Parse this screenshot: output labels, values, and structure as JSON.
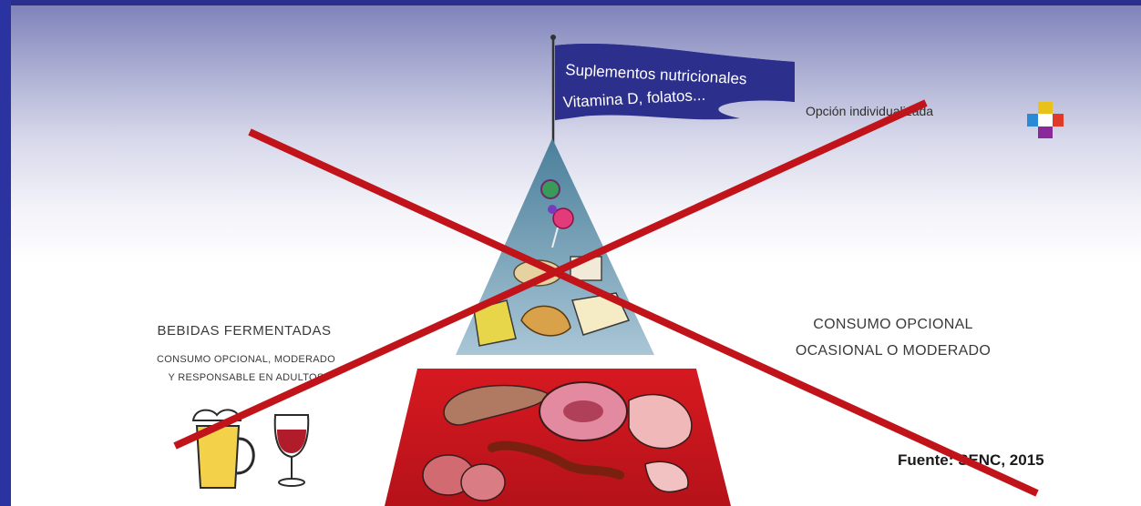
{
  "flag": {
    "line1": "Suplementos nutricionales",
    "line2": "Vitamina D, folatos..."
  },
  "individual_option": {
    "label": "Opción individualizada",
    "icon": "four-color-cross-icon"
  },
  "fermented_drinks": {
    "title": "BEBIDAS FERMENTADAS",
    "subtitle_line1": "CONSUMO OPCIONAL, MODERADO",
    "subtitle_line2": "Y RESPONSABLE EN ADULTOS",
    "icons": [
      "beer-mug-icon",
      "wine-glass-icon"
    ]
  },
  "optional_consumption": {
    "line1": "CONSUMO OPCIONAL",
    "line2": "OCASIONAL O MODERADO"
  },
  "source": "Fuente: SENC, 2015",
  "colors": {
    "frame_blue": "#2a33a0",
    "flag_blue": "#2c2f8c",
    "pyramid_top": "#5b8fa8",
    "pyramid_base": "#d4111c",
    "cross_out": "#c0141a"
  }
}
